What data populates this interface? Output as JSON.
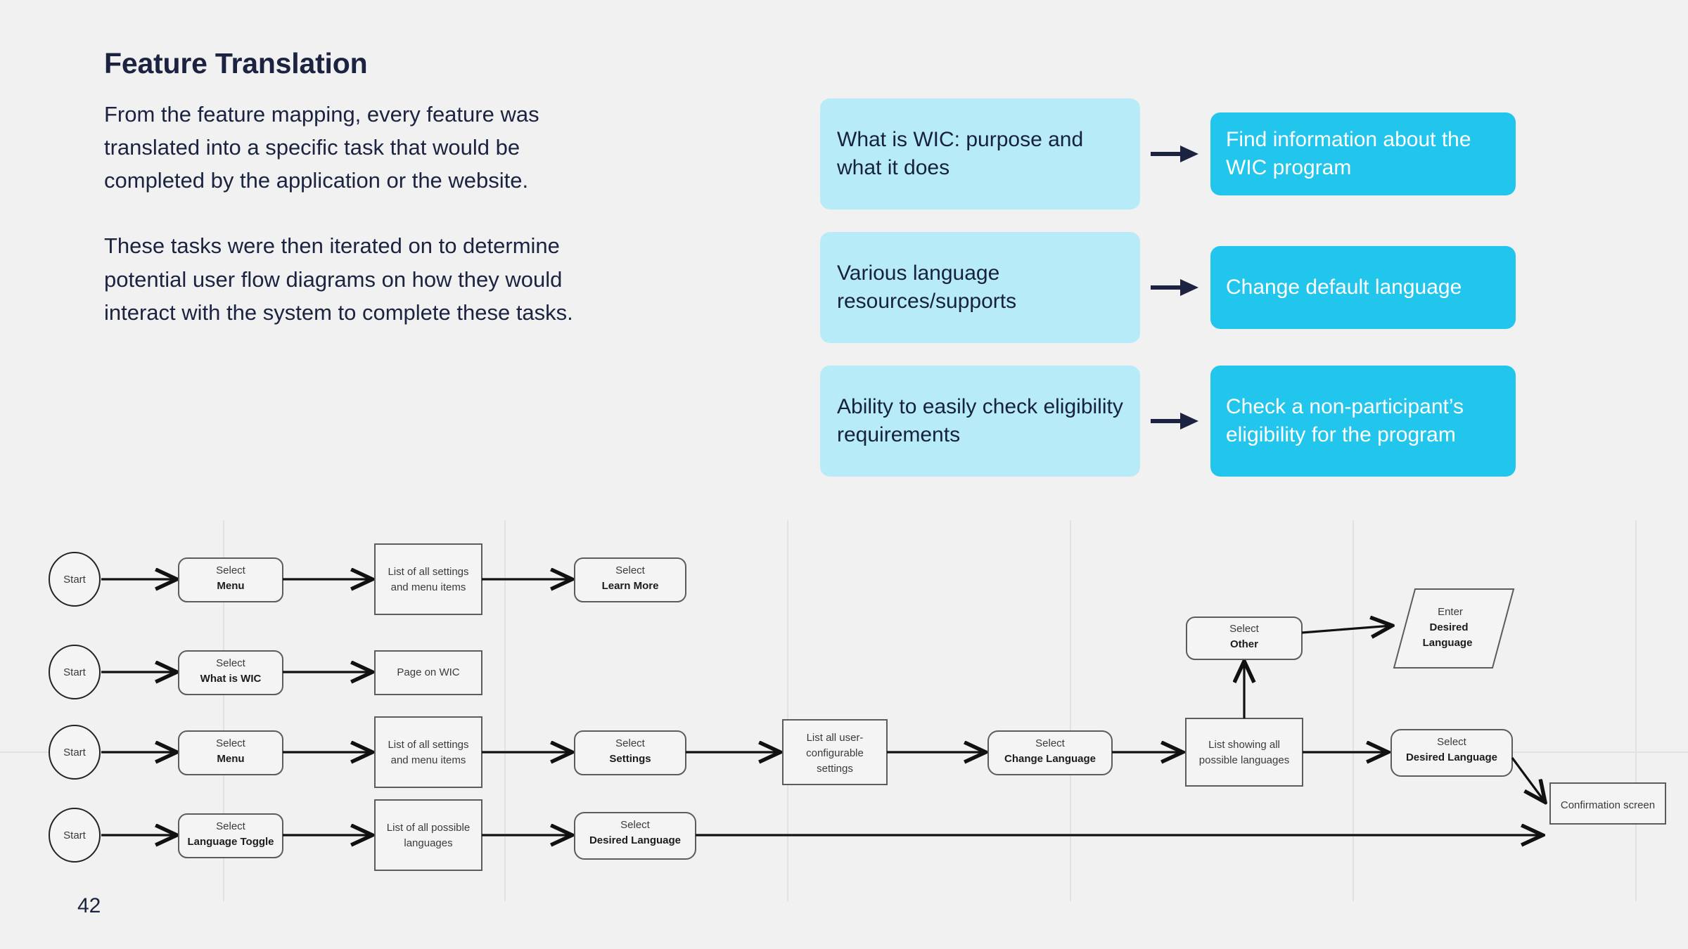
{
  "slide": {
    "title": "Feature Translation",
    "paragraphs": [
      "From the feature mapping, every feature was translated into a specific task that would be completed by the application or the website.",
      "These tasks were then iterated on to determine potential user flow diagrams on how they would interact with the system to complete these tasks."
    ],
    "page_number": "42"
  },
  "colors": {
    "background": "#f1f1f2",
    "text_dark": "#1b2340",
    "feature_card": "#b7ebf8",
    "task_card": "#22c5ec",
    "task_card_text": "#ffffff",
    "arrow": "#1b2340",
    "node_fill": "#f4f4f4",
    "node_stroke": "#5c5c5c",
    "link_stroke": "#111111",
    "guide_line": "#e2e2e3"
  },
  "translation_pairs": [
    {
      "feature": "What is WIC: purpose and what it does",
      "arrow": "arrow-right-icon",
      "task": "Find information about the WIC program"
    },
    {
      "feature": "Various language resources/supports",
      "arrow": "arrow-right-icon",
      "task": "Change default language"
    },
    {
      "feature": "Ability to easily check eligibility requirements",
      "arrow": "arrow-right-icon",
      "task": "Check a non-participant’s eligibility for the program"
    }
  ],
  "flows": [
    {
      "id": "flow-learn-more",
      "nodes": [
        {
          "id": "f1-start",
          "shape": "ellipse",
          "line1": "Start",
          "line2": ""
        },
        {
          "id": "f1-menu",
          "shape": "rounded",
          "line1": "Select",
          "line2": "Menu"
        },
        {
          "id": "f1-list",
          "shape": "rectangle",
          "line1": "List of all settings",
          "line2": "and menu items"
        },
        {
          "id": "f1-learn",
          "shape": "rounded",
          "line1": "Select",
          "line2": "Learn More"
        }
      ]
    },
    {
      "id": "flow-what-is-wic",
      "nodes": [
        {
          "id": "f2-start",
          "shape": "ellipse",
          "line1": "Start",
          "line2": ""
        },
        {
          "id": "f2-wic",
          "shape": "rounded",
          "line1": "Select",
          "line2": "What is WIC"
        },
        {
          "id": "f2-page",
          "shape": "rectangle",
          "line1": "Page on WIC",
          "line2": ""
        }
      ]
    },
    {
      "id": "flow-change-language",
      "nodes": [
        {
          "id": "f3-start",
          "shape": "ellipse",
          "line1": "Start",
          "line2": ""
        },
        {
          "id": "f3-menu",
          "shape": "rounded",
          "line1": "Select",
          "line2": "Menu"
        },
        {
          "id": "f3-list",
          "shape": "rectangle",
          "line1": "List of all settings",
          "line2": "and menu items"
        },
        {
          "id": "f3-settings",
          "shape": "rounded",
          "line1": "Select",
          "line2": "Settings"
        },
        {
          "id": "f3-userconf",
          "shape": "rectangle",
          "line1": "List all user-",
          "line2": "configurable",
          "line3": "settings"
        },
        {
          "id": "f3-changelang",
          "shape": "rounded",
          "line1": "Select",
          "line2": "Change Language"
        },
        {
          "id": "f3-langlist",
          "shape": "rectangle",
          "line1": "List showing all",
          "line2": "possible languages"
        },
        {
          "id": "f3-other",
          "shape": "rounded",
          "line1": "Select",
          "line2": "Other"
        },
        {
          "id": "f3-enter",
          "shape": "parallelogram",
          "line1": "Enter",
          "line2": "Desired",
          "line3": "Language"
        },
        {
          "id": "f3-desired",
          "shape": "rounded",
          "line1": "Select",
          "line2": "Desired Language"
        },
        {
          "id": "f3-confirm",
          "shape": "rectangle",
          "line1": "Confirmation screen",
          "line2": ""
        }
      ]
    },
    {
      "id": "flow-language-toggle",
      "nodes": [
        {
          "id": "f4-start",
          "shape": "ellipse",
          "line1": "Start",
          "line2": ""
        },
        {
          "id": "f4-toggle",
          "shape": "rounded",
          "line1": "Select",
          "line2": "Language Toggle"
        },
        {
          "id": "f4-langlist",
          "shape": "rectangle",
          "line1": "List of all possible",
          "line2": "languages"
        },
        {
          "id": "f4-desired",
          "shape": "rounded",
          "line1": "Select",
          "line2": "Desired Language"
        }
      ]
    }
  ]
}
